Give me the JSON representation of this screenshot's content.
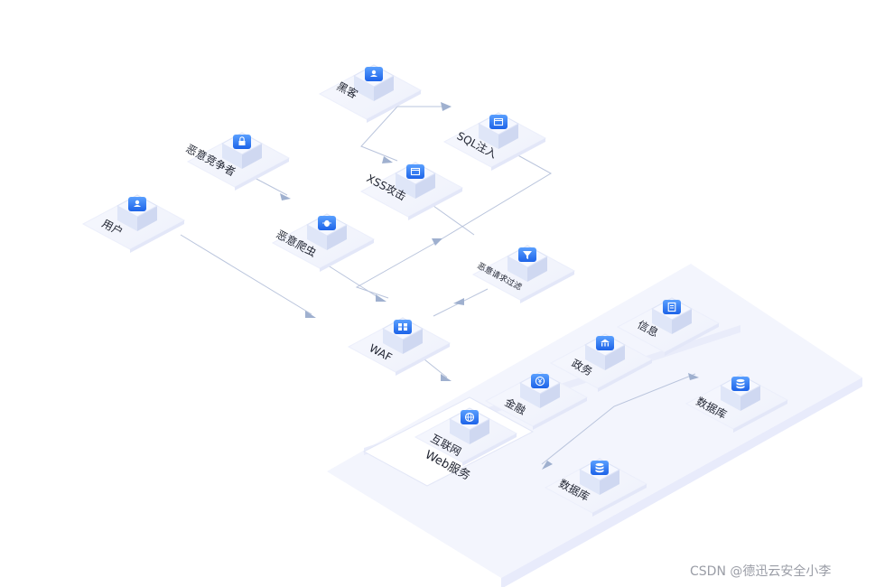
{
  "nodes": {
    "hacker": {
      "label": "黑客",
      "icon": "user-icon"
    },
    "sql": {
      "label": "SQL注入",
      "icon": "code-window-icon"
    },
    "xss": {
      "label": "XSS攻击",
      "icon": "code-window-icon"
    },
    "competitor": {
      "label": "恶意竞争者",
      "icon": "lock-icon"
    },
    "crawler": {
      "label": "恶意爬虫",
      "icon": "bug-icon"
    },
    "user": {
      "label": "用户",
      "icon": "user-icon"
    },
    "filter": {
      "label": "恶意请求过滤",
      "icon": "funnel-icon"
    },
    "waf": {
      "label": "WAF",
      "icon": "grid-icon"
    },
    "internet": {
      "label": "互联网",
      "icon": "globe-icon"
    },
    "finance": {
      "label": "金融",
      "icon": "yen-coin-icon"
    },
    "gov": {
      "label": "政务",
      "icon": "government-building-icon"
    },
    "info": {
      "label": "信息",
      "icon": "document-icon"
    },
    "db1": {
      "label": "数据库",
      "icon": "database-icon"
    },
    "db2": {
      "label": "数据库",
      "icon": "database-icon"
    }
  },
  "groups": {
    "web_services": {
      "label": "Web服务"
    }
  },
  "watermark": "CSDN @德迅云安全小李",
  "colors": {
    "accent": "#2f7cf6",
    "cube_face": "#eaf0fd",
    "plate": "#f4f6fd",
    "line": "#b9c4dc",
    "arrow": "#9fb0cf"
  }
}
